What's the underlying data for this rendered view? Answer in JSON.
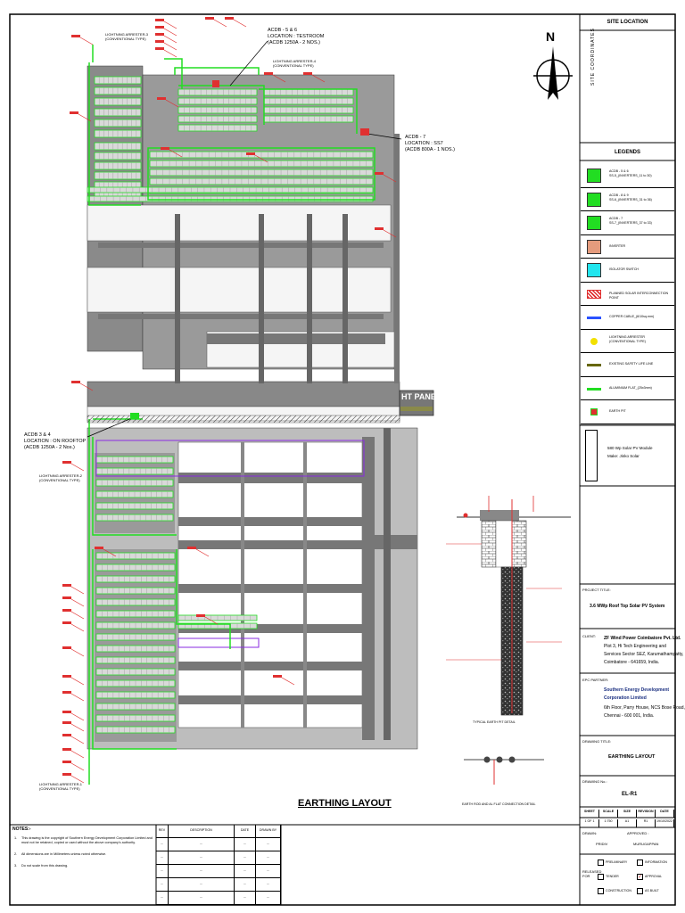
{
  "drawing": {
    "main_title": "EARTHING LAYOUT",
    "ht_panel": "HT PANEL",
    "north": "N"
  },
  "callouts": [
    {
      "line1": "ACDB - 5 & 6",
      "line2": "LOCATION : TESTROOM",
      "line3": "(ACDB 1250A - 2 NOS.)"
    },
    {
      "line1": "ACDB - 7",
      "line2": "LOCATION : SS7",
      "line3": "(ACDB 800A - 1 NOS.)"
    },
    {
      "line1": "ACDB 3 & 4",
      "line2": "LOCATION : ON ROOFTOP",
      "line3": "(ACDB 1250A - 2 Nos.)"
    }
  ],
  "arresters": [
    {
      "line1": "LIGHTNING ARRESTER-3",
      "line2": "(CONVENTIONAL TYPE)"
    },
    {
      "line1": "LIGHTNING ARRESTER-4",
      "line2": "(CONVENTIONAL TYPE)"
    },
    {
      "line1": "LIGHTNING ARRESTER-2",
      "line2": "(CONVENTIONAL TYPE)"
    },
    {
      "line1": "LIGHTNING ARRESTER-1",
      "line2": "(CONVENTIONAL TYPE)"
    }
  ],
  "detail": {
    "caption1": "TYPICAL EARTH PIT DETAIL",
    "caption2": "EARTH ROD AND AL FLAT CONNECTION DETAIL"
  },
  "title_block": {
    "site_location": "SITE LOCATION",
    "site_coordinates": "SITE COORDINATES",
    "legends": "LEGENDS",
    "legend_items": [
      {
        "label": "ACDB - 5 & 6",
        "sub": "SS-5_(INVERTERS_11 to 30)",
        "color": "#22dd22",
        "shape": "box"
      },
      {
        "label": "ACDB - 8 & 9",
        "sub": "SS-6_(INVERTERS_31 to 36)",
        "color": "#22dd22",
        "shape": "box"
      },
      {
        "label": "ACDB - 7",
        "sub": "SS-7_(INVERTERS_37 to 33)",
        "color": "#22dd22",
        "shape": "box"
      },
      {
        "label": "INVERTER",
        "sub": "",
        "color": "#e59b7d",
        "shape": "box"
      },
      {
        "label": "ISOLATOR SWITCH",
        "sub": "",
        "color": "#22e5ee",
        "shape": "box"
      },
      {
        "label": "PLANNED SOLAR INTERCONNECTION POINT",
        "sub": "",
        "color": "#e03030",
        "shape": "hatch"
      },
      {
        "label": "COPPER CABLE_(6/10sq.mm)",
        "sub": "",
        "color": "#2a52ff",
        "shape": "line"
      },
      {
        "label": "LIGHTNING ARRESTER",
        "sub": "(CONVENTIONAL TYPE)",
        "color": "#f2e000",
        "shape": "dot"
      },
      {
        "label": "EXISTING SAFETY LIFE LINE",
        "sub": "",
        "color": "#666600",
        "shape": "line"
      },
      {
        "label": "ALUMINIUM FLAT_(25x3mm)",
        "sub": "",
        "color": "#22dd22",
        "shape": "line"
      },
      {
        "label": "EARTH PIT",
        "sub": "",
        "color": "#22dd22",
        "shape": "pit"
      }
    ],
    "module_line1": "580 Wp Solar PV Module",
    "module_line2": "Make: Jinko Solar",
    "project_title_label": "PROJECT TITLE:",
    "project_title": "3.6 MWp Roof Top Solar PV System",
    "client_label": "CLIENT:",
    "client_name": "ZF Wind Power Coimbatore Pvt. Ltd.",
    "client_addr1": "Plot 3, Hi Tech Engineering and",
    "client_addr2": "Services Sector SEZ, Karumathampatty,",
    "client_addr3": "Coimbatore - 641659, India.",
    "epc_label": "EPC PARTNER:",
    "epc_name1": "Southern Energy Development",
    "epc_name2": "Corporation Limited",
    "epc_addr1": "6th Floor, Parry House, NCS Bose Road,",
    "epc_addr2": "Chennai - 600 001, India.",
    "drawing_title_label": "DRAWING TITLE:",
    "drawing_title": "EARTHING LAYOUT",
    "drawing_no_label": "DRAWING No.:",
    "drawing_no": "EL-R1",
    "sheet_headers": [
      "SHEET",
      "SCALE",
      "SIZE",
      "REVISION",
      "DATE"
    ],
    "sheet_values": [
      "1 OF 1",
      "1:750",
      "A1",
      "R1",
      "19/10/2022"
    ],
    "drawn_label": "DRAWN:",
    "approved_label": "APPROVED :",
    "drawn_by": "PRIDIV",
    "approved_by": "MURUGAPPAN",
    "released_label": "RELEASED FOR",
    "release_options": [
      "PRELIMINARY",
      "INFORMATION",
      "TENDER",
      "APPROVAL",
      "CONSTRUCTION",
      "AS BUILT"
    ]
  },
  "notes": {
    "heading": "NOTES:-",
    "items": [
      "This drawing is the copyright of Southern Energy Development Corporation Limited and must not be retained, copied or used without the above company's authority.",
      "All dimensions are in Millimeters unless noted otherwise.",
      "Do not scale from this drawing."
    ]
  },
  "revision_table": {
    "headers": [
      "REV",
      "DESCRIPTION",
      "DATE",
      "DRAWN BY"
    ],
    "rows": [
      [
        "--",
        "--",
        "--",
        "--"
      ],
      [
        "--",
        "--",
        "--",
        "--"
      ],
      [
        "--",
        "--",
        "--",
        "--"
      ],
      [
        "--",
        "--",
        "--",
        "--"
      ],
      [
        "--",
        "--",
        "--",
        "--"
      ]
    ]
  },
  "colors": {
    "green": "#22dd22",
    "red": "#e03030",
    "roof": "#808080",
    "panel": "#d9d9d9",
    "purple": "#8a2be2"
  }
}
